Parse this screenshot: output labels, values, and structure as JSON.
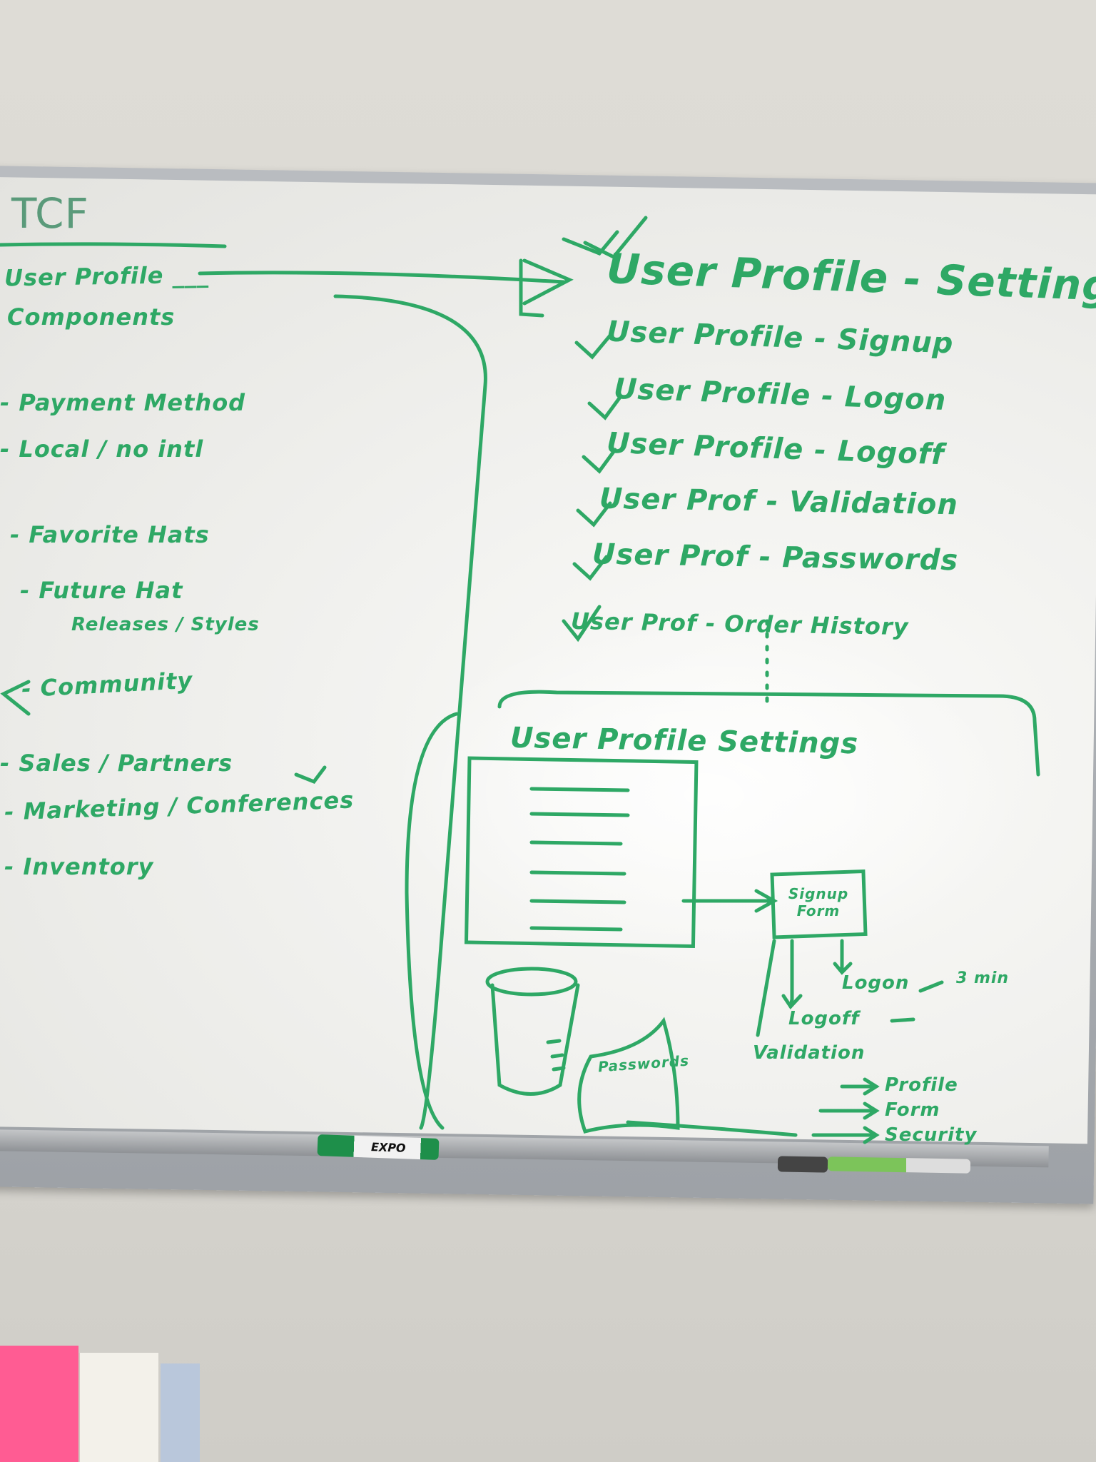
{
  "board": {
    "title": "TCF",
    "left_list": [
      "User Profile ___",
      "Components",
      "- Payment Method",
      "- Local / no intl",
      "- Favorite Hats",
      "- Future Hat",
      "Releases / Styles",
      "- Community",
      "- Sales / Partners",
      "- Marketing / Conferences",
      "- Inventory"
    ],
    "right_list": [
      "User Profile - Settings",
      "User Profile - Signup",
      "User Profile - Logon",
      "User Profile - Logoff",
      "User Prof - Validation",
      "User Prof - Passwords",
      "User Prof - Order History"
    ],
    "diagram": {
      "heading": "User Profile Settings",
      "signup_box": "Signup Form",
      "logon": "Logon",
      "logon_note": "3 min",
      "logoff": "Logoff",
      "validation": "Validation",
      "passwords": "Passwords",
      "validation_items": [
        "Profile",
        "Form",
        "Security"
      ]
    }
  },
  "marker_label": "EXPO",
  "colors": {
    "ink": "#2ea865",
    "board": "#f4f4f2",
    "frame": "#a9acb0"
  }
}
